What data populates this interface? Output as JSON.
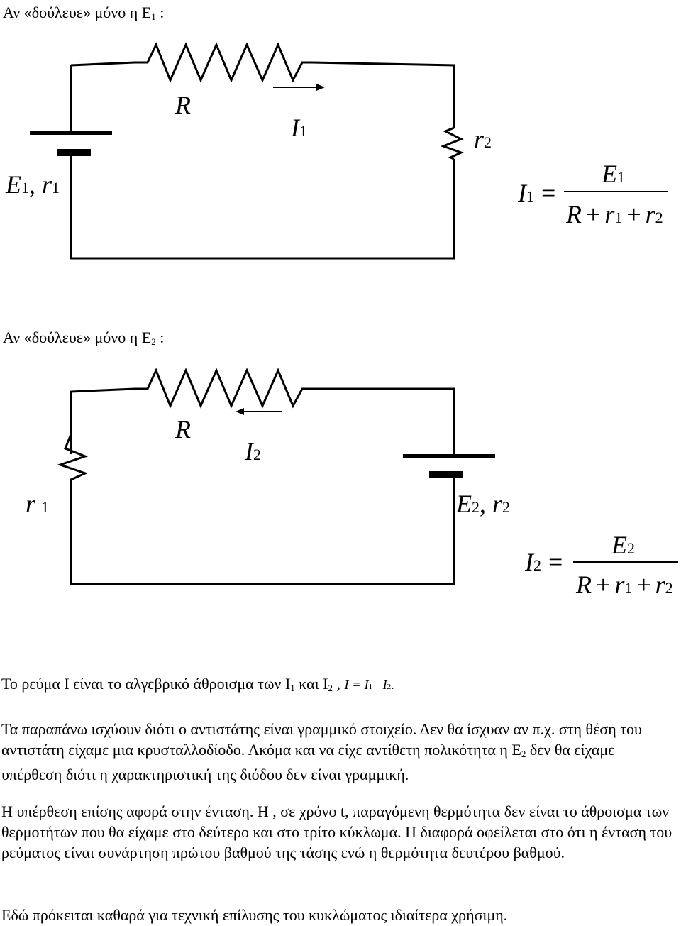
{
  "section1": {
    "heading_prefix": "Αν «δούλευε» μόνο η Ε",
    "heading_sub": "1",
    "heading_suffix": " :",
    "labels": {
      "R": "R",
      "I": "I",
      "I_sub": "1",
      "r": "r",
      "r_sub": "2",
      "E": "E",
      "E_sub": "1",
      "sep": ", ",
      "r1": "r",
      "r1_sub": "1"
    },
    "formula": {
      "lhs": "I",
      "lhs_sub": "1",
      "eq": "=",
      "num": "E",
      "num_sub": "1",
      "den": [
        "R",
        "+",
        "r",
        "1",
        "+",
        "r",
        "2"
      ]
    }
  },
  "section2": {
    "heading_prefix": "Αν «δούλευε» μόνο η Ε",
    "heading_sub": "2",
    "heading_suffix": " :",
    "labels": {
      "R": "R",
      "I": "I",
      "I_sub": "2",
      "r": "r",
      "r_sub": "1",
      "E": "E",
      "E_sub": "2",
      "sep": ", ",
      "r2": "r",
      "r2_sub": "2"
    },
    "formula": {
      "lhs": "I",
      "lhs_sub": "2",
      "eq": "=",
      "num": "E",
      "num_sub": "2",
      "den": [
        "R",
        "+",
        "r",
        "1",
        "+",
        "r",
        "2"
      ]
    }
  },
  "sum_line": {
    "text_a": "Το ρεύμα Ι είναι το αλγεβρικό άθροισμα των Ι",
    "sub_a": "1",
    "text_b": " και Ι",
    "sub_b": "2",
    "text_c": " ,  ",
    "eq_I": "I",
    "eq_eq": "=",
    "eq_I1": "I",
    "eq_I1_sub": "1",
    "eq_I2": "I",
    "eq_I2_sub": "2",
    "eq_end": "."
  },
  "para1": {
    "text_a": "Τα παραπάνω ισχύουν διότι ο αντιστάτης είναι γραμμικό στοιχείο. Δεν θα ίσχυαν αν π.χ. στη θέση του αντιστάτη είχαμε μια κρυσταλλοδίοδο. Ακόμα και να είχε αντίθετη πολικότητα η Ε",
    "sub": "2",
    "text_b": " δεν θα είχαμε υπέρθεση διότι η χαρακτηριστική της διόδου δεν είναι γραμμική."
  },
  "para2": "Η υπέρθεση επίσης αφορά στην ένταση. Η , σε χρόνο t, παραγόμενη θερμότητα δεν είναι το άθροισμα των θερμοτήτων που θα είχαμε στο δεύτερο και στο τρίτο κύκλωμα. Η διαφορά οφείλεται στο ότι η ένταση του ρεύματος είναι συνάρτηση πρώτου βαθμού της τάσης ενώ η θερμότητα δευτέρου βαθμού.",
  "para3": "Εδώ πρόκειται καθαρά για τεχνική επίλυσης του κυκλώματος ιδιαίτερα χρήσιμη."
}
